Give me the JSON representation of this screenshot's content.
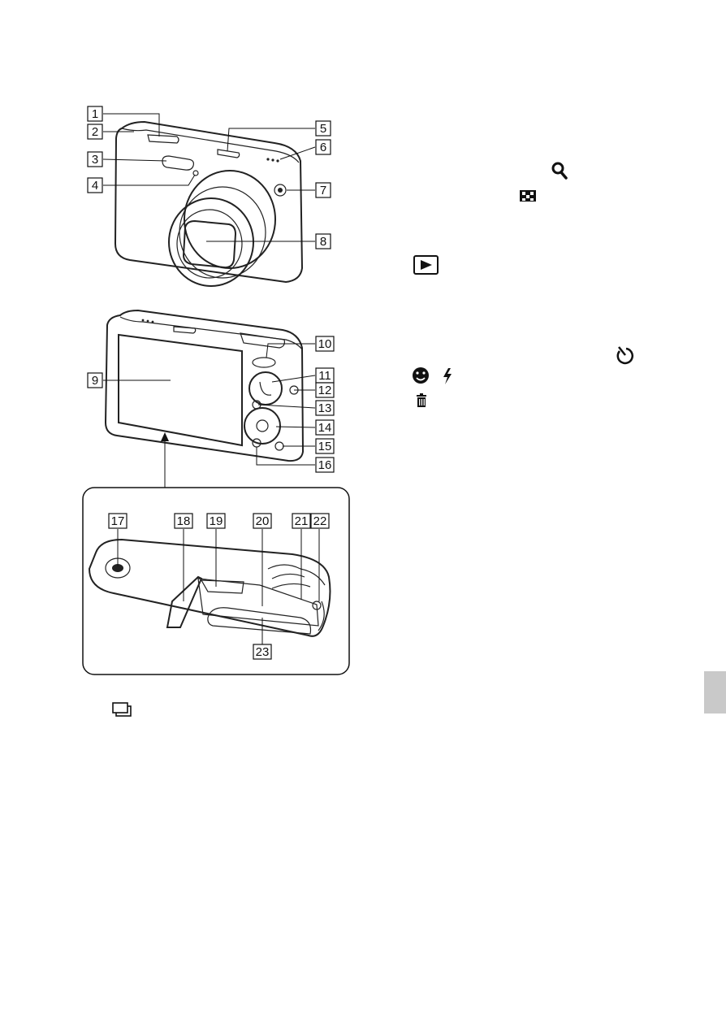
{
  "callouts": [
    {
      "n": "1"
    },
    {
      "n": "2"
    },
    {
      "n": "3"
    },
    {
      "n": "4"
    },
    {
      "n": "5"
    },
    {
      "n": "6"
    },
    {
      "n": "7"
    },
    {
      "n": "8"
    },
    {
      "n": "9"
    },
    {
      "n": "10"
    },
    {
      "n": "11"
    },
    {
      "n": "12"
    },
    {
      "n": "13"
    },
    {
      "n": "14"
    },
    {
      "n": "15"
    },
    {
      "n": "16"
    },
    {
      "n": "17"
    },
    {
      "n": "18"
    },
    {
      "n": "19"
    },
    {
      "n": "20"
    },
    {
      "n": "21"
    },
    {
      "n": "22"
    },
    {
      "n": "23"
    }
  ],
  "icons": {
    "zoom": "magnifier-icon",
    "index": "index-grid-icon",
    "playback": "playback-icon",
    "self_timer": "self-timer-icon",
    "smile": "smile-shutter-icon",
    "flash": "flash-icon",
    "delete": "trash-icon",
    "burst": "burst-icon"
  },
  "colors": {
    "tab": "#c9c9c9",
    "line": "#222222"
  }
}
